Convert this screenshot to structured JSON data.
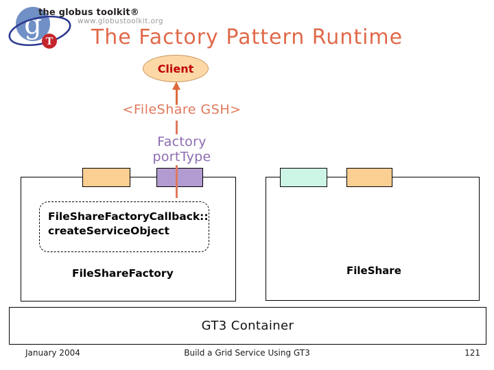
{
  "slide": {
    "title": "The Factory Pattern Runtime"
  },
  "logo": {
    "brand": "the globus toolkit®",
    "url": "www.globustoolkit.org",
    "g": "g",
    "t": "T"
  },
  "diagram": {
    "client": "Client",
    "gsh": "<FileShare GSH>",
    "porttype_line1": "Factory",
    "porttype_line2": "portType",
    "callback_line1": "FileShareFactoryCallback::",
    "callback_line2": "createServiceObject",
    "factory_label": "FileShareFactory",
    "instance_label": "FileShare",
    "container_label": "GT3 Container"
  },
  "footer": {
    "date": "January 2004",
    "title": "Build a Grid Service Using GT3",
    "page": "121"
  },
  "colors": {
    "title": "#E0694A",
    "salmon": "#E0785C",
    "arrow": "#DD6A3C",
    "purple": "#8C6BB0",
    "client_fill": "#FCD8A6",
    "client_border": "#C9955E",
    "client_text": "#C00000",
    "tab_orange": "#FBCE92",
    "tab_purple": "#B29BD0",
    "tab_mint": "#CDF5E6",
    "logo_blue": "#7090C6",
    "logo_red": "#C4262D",
    "logo_orbit": "#2B3990",
    "url_gray": "#9B9B9B"
  }
}
